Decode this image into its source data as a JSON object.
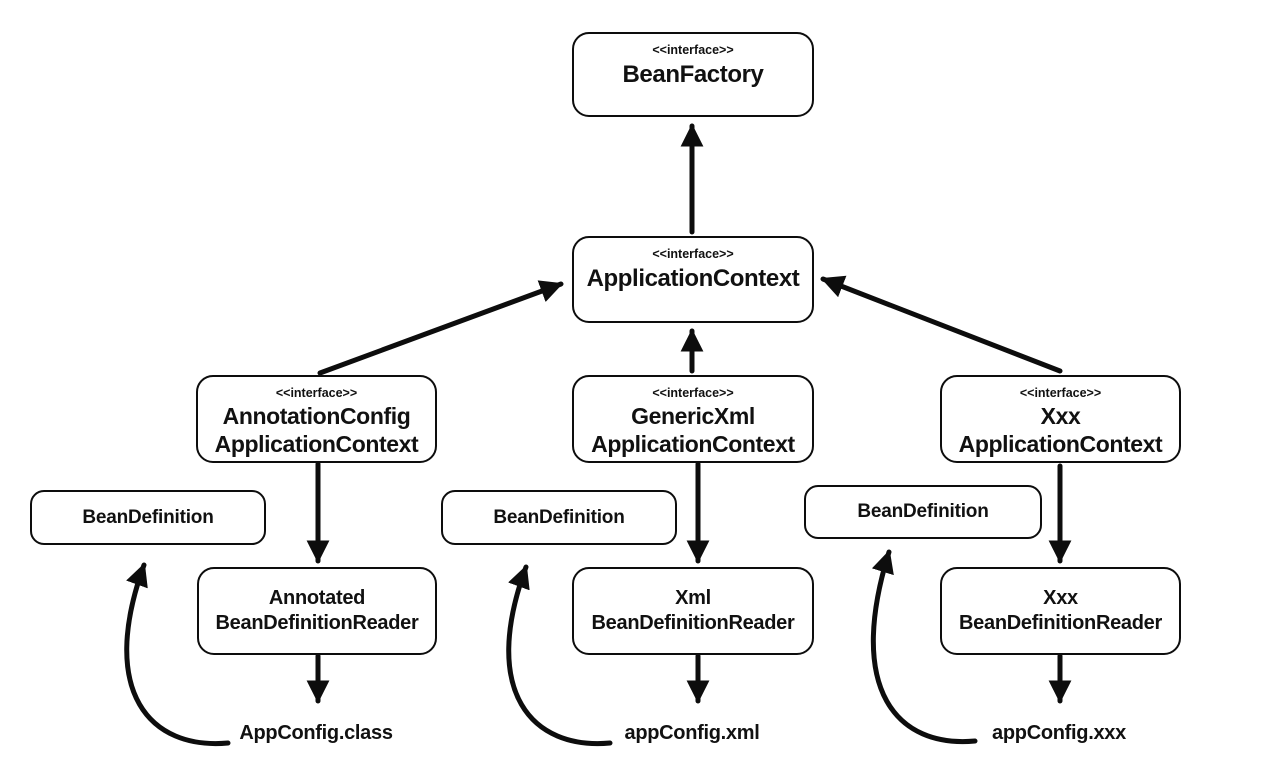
{
  "diagram": {
    "background": "#ffffff",
    "line_color": "#0d0d0d",
    "nodes": {
      "bean_factory": {
        "stereotype": "<<interface>>",
        "name": "BeanFactory"
      },
      "application_context": {
        "stereotype": "<<interface>>",
        "name": "ApplicationContext"
      },
      "annotation_config_application_context": {
        "stereotype": "<<interface>>",
        "name_line1": "AnnotationConfig",
        "name_line2": "ApplicationContext"
      },
      "generic_xml_application_context": {
        "stereotype": "<<interface>>",
        "name_line1": "GenericXml",
        "name_line2": "ApplicationContext"
      },
      "xxx_application_context": {
        "stereotype": "<<interface>>",
        "name_line1": "Xxx",
        "name_line2": "ApplicationContext"
      },
      "bean_definition_left": {
        "name": "BeanDefinition"
      },
      "bean_definition_middle": {
        "name": "BeanDefinition"
      },
      "bean_definition_right": {
        "name": "BeanDefinition"
      },
      "annotated_bean_definition_reader": {
        "name_line1": "Annotated",
        "name_line2": "BeanDefinitionReader"
      },
      "xml_bean_definition_reader": {
        "name_line1": "Xml",
        "name_line2": "BeanDefinitionReader"
      },
      "xxx_bean_definition_reader": {
        "name_line1": "Xxx",
        "name_line2": "BeanDefinitionReader"
      }
    },
    "file_labels": {
      "left": "AppConfig.class",
      "middle": "appConfig.xml",
      "right": "appConfig.xxx"
    }
  }
}
